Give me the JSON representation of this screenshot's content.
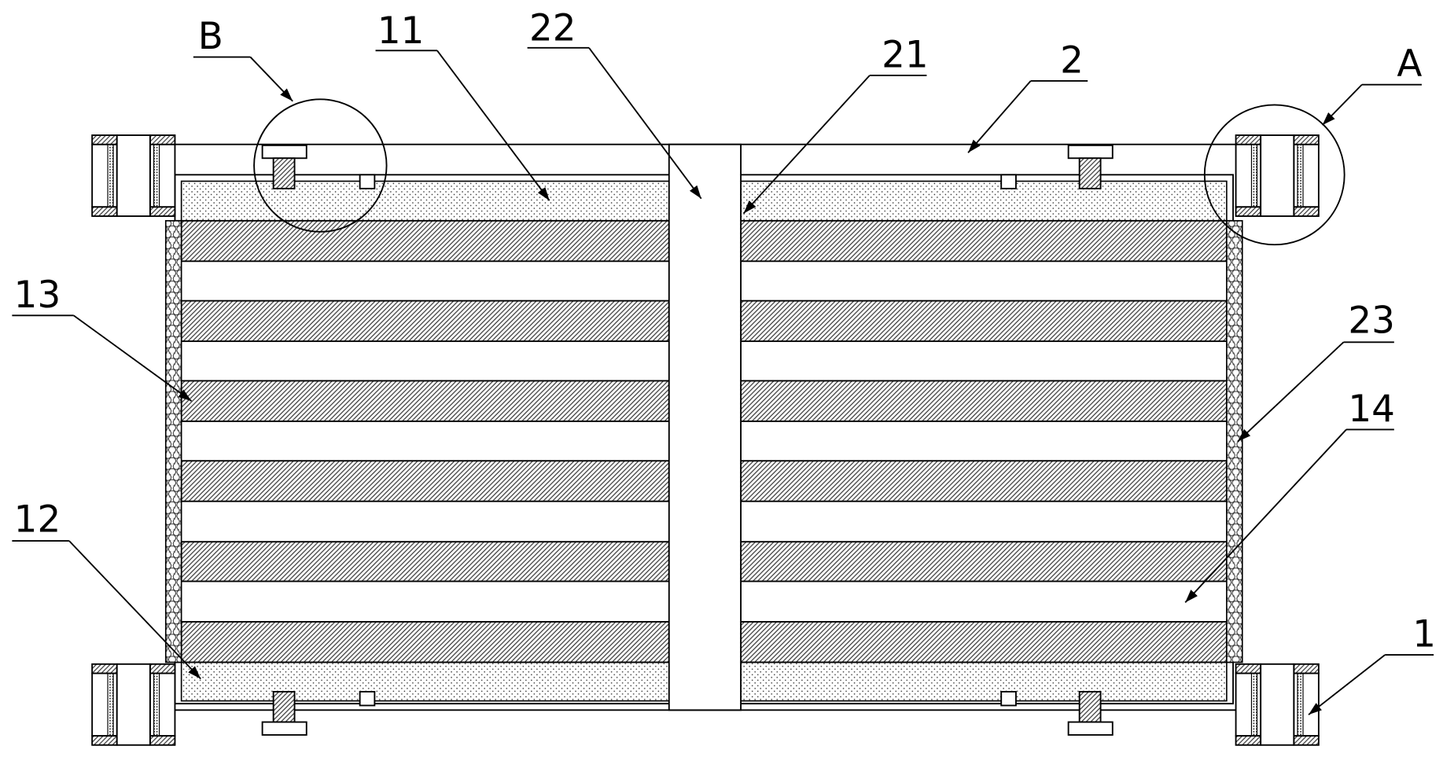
{
  "diagram": {
    "callouts": {
      "detail_b": "B",
      "part_11": "11",
      "part_22": "22",
      "part_21": "21",
      "part_2": "2",
      "detail_a": "A",
      "part_13": "13",
      "part_23": "23",
      "part_14": "14",
      "part_12": "12",
      "part_1": "1"
    },
    "colors": {
      "line": "#000000",
      "background": "#ffffff",
      "hatch": "#3a3a3a"
    }
  }
}
